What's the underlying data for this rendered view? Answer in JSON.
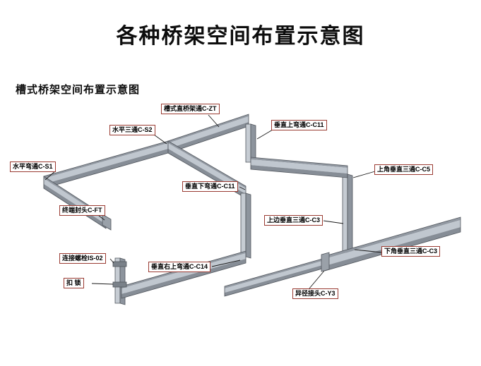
{
  "title": "各种桥架空间布置示意图",
  "subtitle": "槽式桥架空间布置示意图",
  "diagram": {
    "type": "isometric-cable-tray-layout",
    "colors": {
      "background": "#ffffff",
      "tray_top": "#c0c7cf",
      "tray_rail": "#9299a2",
      "tray_side": "#868d96",
      "tray_outline": "#50555c",
      "post_light": "#c6ccd3",
      "post_dark": "#8d949d",
      "label_border": "#9a3b32",
      "leader_line": "#1a1a1a"
    },
    "labels": [
      {
        "id": "trough-straight-tray",
        "text": "槽式直桥架通C-ZT"
      },
      {
        "id": "horizontal-tee",
        "text": "水平三通C-S2"
      },
      {
        "id": "vertical-up-bend",
        "text": "垂直上弯通C-C11"
      },
      {
        "id": "horizontal-bend",
        "text": "水平弯通C-S1"
      },
      {
        "id": "upper-corner-vertical-tee",
        "text": "上角垂直三通C-C5"
      },
      {
        "id": "vertical-down-bend",
        "text": "垂直下弯通C-C11"
      },
      {
        "id": "end-cap",
        "text": "终端封头C-FT"
      },
      {
        "id": "top-side-vertical-tee",
        "text": "上边垂直三通C-C3"
      },
      {
        "id": "connecting-bolt",
        "text": "连接螺栓IS-02"
      },
      {
        "id": "vertical-right-up-bend",
        "text": "垂直右上弯通C-C14"
      },
      {
        "id": "lower-corner-vertical-tee",
        "text": "下角垂直三通C-C3"
      },
      {
        "id": "buckle-lock",
        "text": "扣 锁"
      },
      {
        "id": "reducer-joint",
        "text": "异径接头C-Y3"
      }
    ]
  }
}
